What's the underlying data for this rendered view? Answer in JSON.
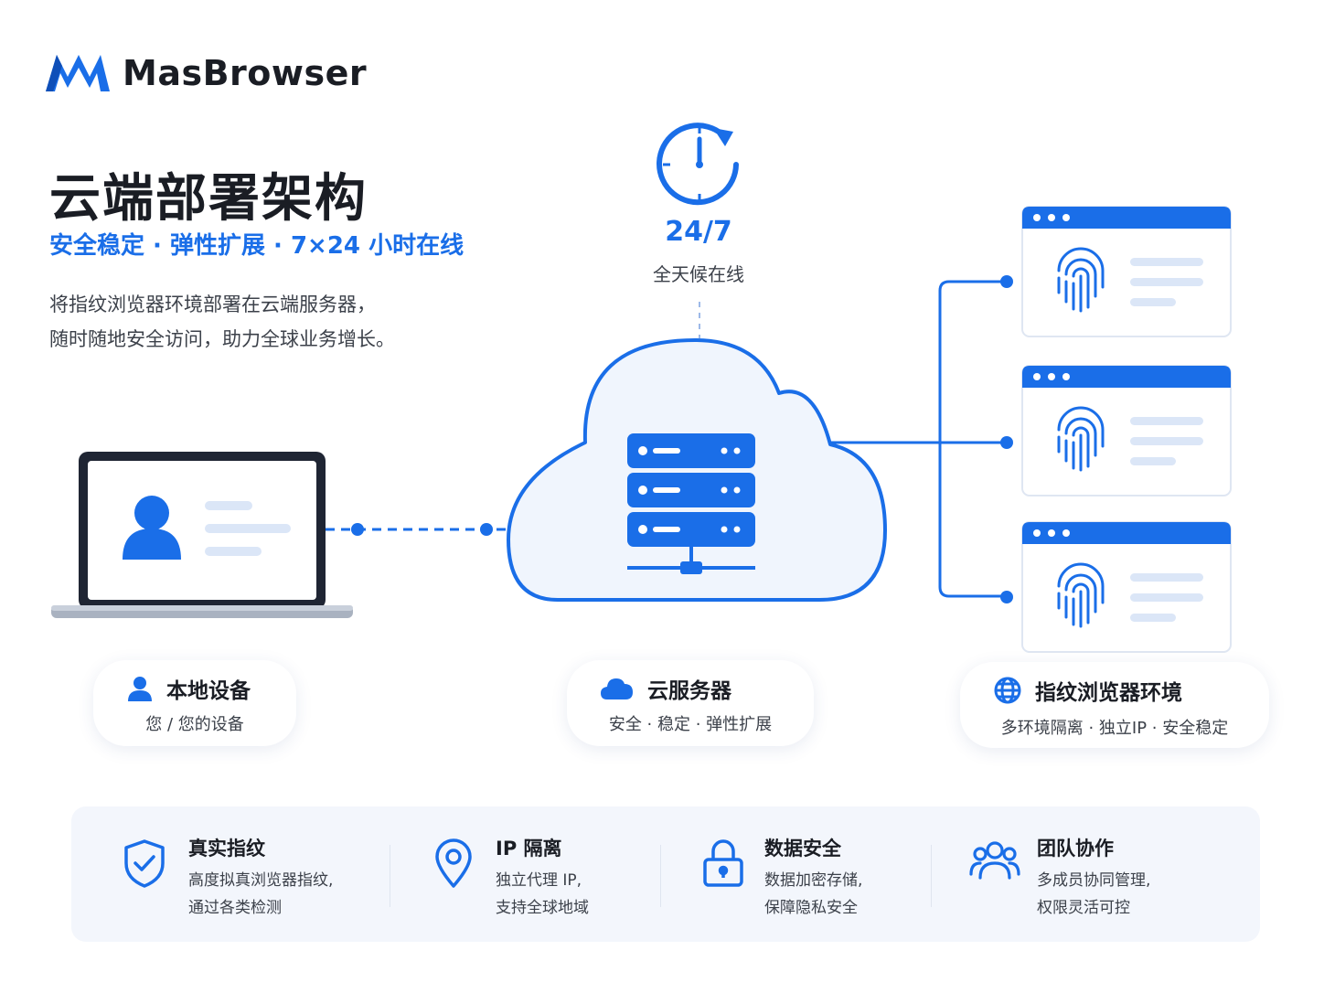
{
  "brand": {
    "name": "MasBrowser",
    "color": "#1a6ee8"
  },
  "header": {
    "title": "云端部署架构",
    "subtitle": "安全稳定 · 弹性扩展 · 7×24 小时在线",
    "desc_line1": "将指纹浏览器环境部署在云端服务器，",
    "desc_line2": "随时随地安全访问，助力全球业务增长。"
  },
  "clock": {
    "label": "24/7",
    "sub": "全天候在线",
    "icon": "clock-refresh-icon"
  },
  "nodes": {
    "local": {
      "title": "本地设备",
      "sub": "您 / 您的设备",
      "icon": "user-icon"
    },
    "server": {
      "title": "云服务器",
      "sub": "安全 · 稳定 · 弹性扩展",
      "icon": "cloud-icon"
    },
    "env": {
      "title": "指纹浏览器环境",
      "sub": "多环境隔离 · 独立IP · 安全稳定",
      "icon": "globe-icon"
    }
  },
  "features": [
    {
      "title": "真实指纹",
      "line1": "高度拟真浏览器指纹,",
      "line2": "通过各类检测",
      "icon": "shield-check-icon"
    },
    {
      "title": "IP 隔离",
      "line1": "独立代理 IP,",
      "line2": "支持全球地域",
      "icon": "location-pin-icon"
    },
    {
      "title": "数据安全",
      "line1": "数据加密存储,",
      "line2": "保障隐私安全",
      "icon": "lock-icon"
    },
    {
      "title": "团队协作",
      "line1": "多成员协同管理,",
      "line2": "权限灵活可控",
      "icon": "team-icon"
    }
  ],
  "colors": {
    "accent": "#1a6ee8",
    "text": "#1a1d24",
    "panel": "#f3f6fc"
  }
}
